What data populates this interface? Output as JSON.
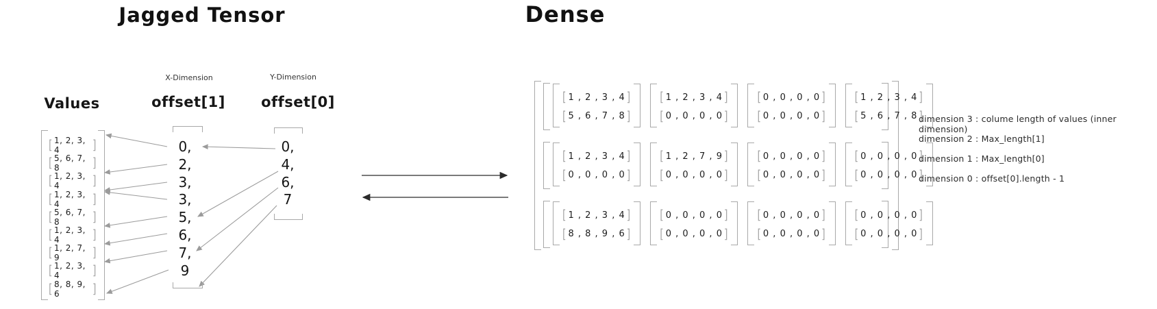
{
  "jagged": {
    "title": "Jagged Tensor",
    "x_dimension_label": "X-Dimension",
    "y_dimension_label": "Y-Dimension",
    "values": {
      "label": "Values",
      "rows": [
        "1, 2, 3, 4",
        "5, 6, 7, 8",
        "1, 2, 3, 4",
        "1, 2, 3, 4",
        "5, 6, 7, 8",
        "1, 2, 3, 4",
        "1, 2, 7, 9",
        "1, 2, 3, 4",
        "8, 8, 9, 6"
      ]
    },
    "offset1": {
      "label": "offset[1]",
      "entries": [
        "0,",
        "2,",
        "3,",
        "3,",
        "5,",
        "6,",
        "7,",
        "9"
      ]
    },
    "offset0": {
      "label": "offset[0]",
      "entries": [
        "0,",
        "4,",
        "6,",
        "7"
      ]
    }
  },
  "dense": {
    "title": "Dense",
    "groups": [
      [
        [
          "1 , 2 , 3 , 4",
          "5 , 6 , 7 , 8"
        ],
        [
          "1 , 2 , 3 , 4",
          "0 , 0 , 0 , 0"
        ],
        [
          "0 , 0 , 0 , 0",
          "0 , 0 , 0 , 0"
        ],
        [
          "1 , 2 , 3 , 4",
          "5 , 6 , 7 , 8"
        ]
      ],
      [
        [
          "1 , 2 , 3 , 4",
          "0 , 0 , 0 , 0"
        ],
        [
          "1 , 2 , 7 , 9",
          "0 , 0 , 0 , 0"
        ],
        [
          "0 , 0 , 0 , 0",
          "0 , 0 , 0 , 0"
        ],
        [
          "0 , 0 , 0 , 0",
          "0 , 0 , 0 , 0"
        ]
      ],
      [
        [
          "1 , 2 , 3 , 4",
          "8 , 8 , 9 , 6"
        ],
        [
          "0 , 0 , 0 , 0",
          "0 , 0 , 0 , 0"
        ],
        [
          "0 , 0 , 0 , 0",
          "0 , 0 , 0 , 0"
        ],
        [
          "0 , 0 , 0 , 0",
          "0 , 0 , 0 , 0"
        ]
      ]
    ]
  },
  "annotations": [
    "dimension 3 : colume length of values (inner dimension)",
    "dimension 2 : Max_length[1]",
    "dimension 1 : Max_length[0]",
    "dimension 0 : offset[0].length - 1"
  ],
  "colors": {
    "ink": "#1b1b1b",
    "bracket": "#a8a8a8",
    "arrow": "#9b9b9b",
    "dark_arrow": "#2b2b2b"
  }
}
